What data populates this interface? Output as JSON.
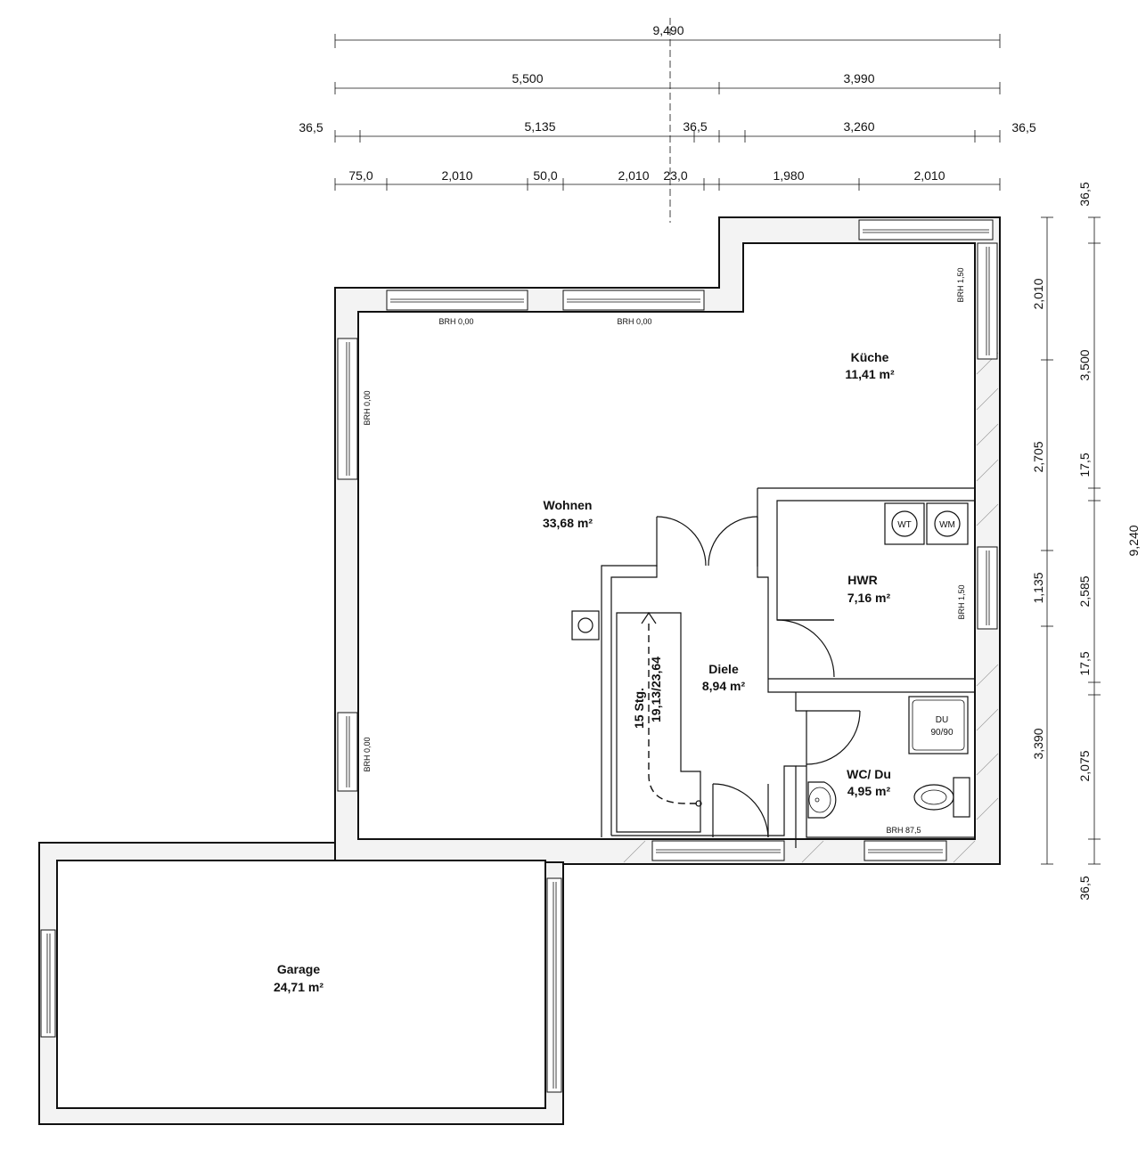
{
  "dimensions": {
    "top_total": "9,490",
    "top_row2": [
      "5,500",
      "3,990"
    ],
    "top_row3": [
      "36,5",
      "5,135",
      "36,5",
      "3,260",
      "36,5"
    ],
    "top_row4": [
      "75,0",
      "2,010",
      "50,0",
      "2,010",
      "23,0",
      "1,980",
      "2,010"
    ],
    "right_outer": [
      "36,5",
      "3,500",
      "17,5",
      "2,585",
      "17,5",
      "2,075",
      "36,5"
    ],
    "right_inner": [
      "2,010",
      "2,705",
      "1,135",
      "3,390"
    ],
    "right_total": "9,240"
  },
  "rooms": {
    "kueche": {
      "name": "Küche",
      "area": "11,41 m²"
    },
    "wohnen": {
      "name": "Wohnen",
      "area": "33,68 m²"
    },
    "hwr": {
      "name": "HWR",
      "area": "7,16 m²"
    },
    "diele": {
      "name": "Diele",
      "area": "8,94 m²"
    },
    "wc": {
      "name": "WC/ Du",
      "area": "4,95 m²"
    },
    "garage": {
      "name": "Garage",
      "area": "24,71 m²"
    }
  },
  "labels": {
    "brh_top1": "BRH 0,00",
    "brh_top2": "BRH 0,00",
    "brh_left1": "BRH 0,00",
    "brh_left2": "BRH 0,00",
    "brh_kueche": "BRH 1,50",
    "brh_hwr": "BRH 1,50",
    "brh_wc": "BRH 87,5",
    "wt": "WT",
    "wm": "WM",
    "du": "DU",
    "du_size": "90/90",
    "stairs_line1": "15 Stg.",
    "stairs_line2": "19,13/23,64"
  }
}
